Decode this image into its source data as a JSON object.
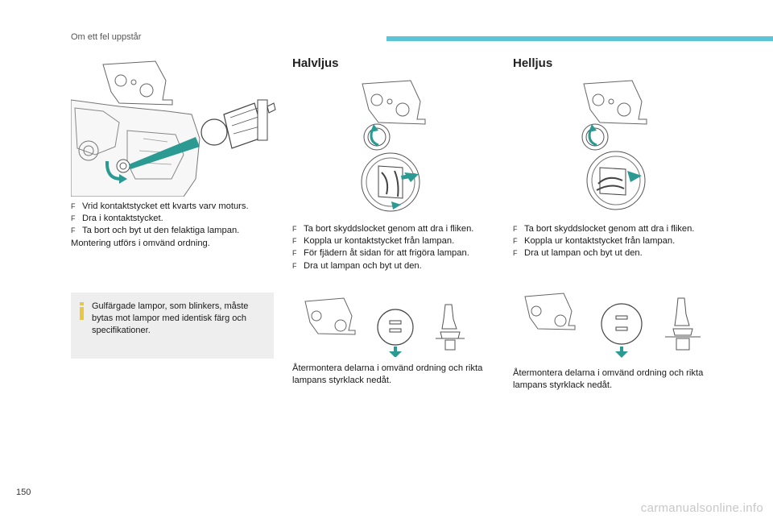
{
  "header": {
    "section_title": "Om ett fel uppstår",
    "accent_color": "#5bc4d6"
  },
  "page_number": "150",
  "watermark": "carmanualsonline.info",
  "left_column": {
    "steps": [
      "Vrid kontaktstycket ett kvarts varv moturs.",
      "Dra i kontaktstycket.",
      "Ta bort och byt ut den felaktiga lampan."
    ],
    "note": "Montering utförs i omvänd ordning.",
    "info_box": {
      "icon": "info-icon",
      "text": "Gulfärgade lampor, som blinkers, måste bytas mot lampor med identisk färg och specifikationer."
    }
  },
  "low_beam": {
    "title": "Halvljus",
    "steps": [
      "Ta bort skyddslocket genom att dra i fliken.",
      "Koppla ur kontaktstycket från lampan.",
      "För fjädern åt sidan för att frigöra lampan.",
      "Dra ut lampan och byt ut den."
    ],
    "refit_text": "Återmontera delarna i omvänd ordning och rikta lampans styrklack nedåt."
  },
  "high_beam": {
    "title": "Helljus",
    "steps": [
      "Ta bort skyddslocket genom att dra i fliken.",
      "Koppla ur kontaktstycket från lampan.",
      "Dra ut lampan och byt ut den."
    ],
    "refit_text": "Återmontera delarna i omvänd ordning och rikta lampans styrklack nedåt."
  },
  "bullet_glyph": "F",
  "colors": {
    "arrow_teal": "#2a9a92",
    "line_gray": "#666666",
    "panel_gray": "#eeeeee"
  }
}
